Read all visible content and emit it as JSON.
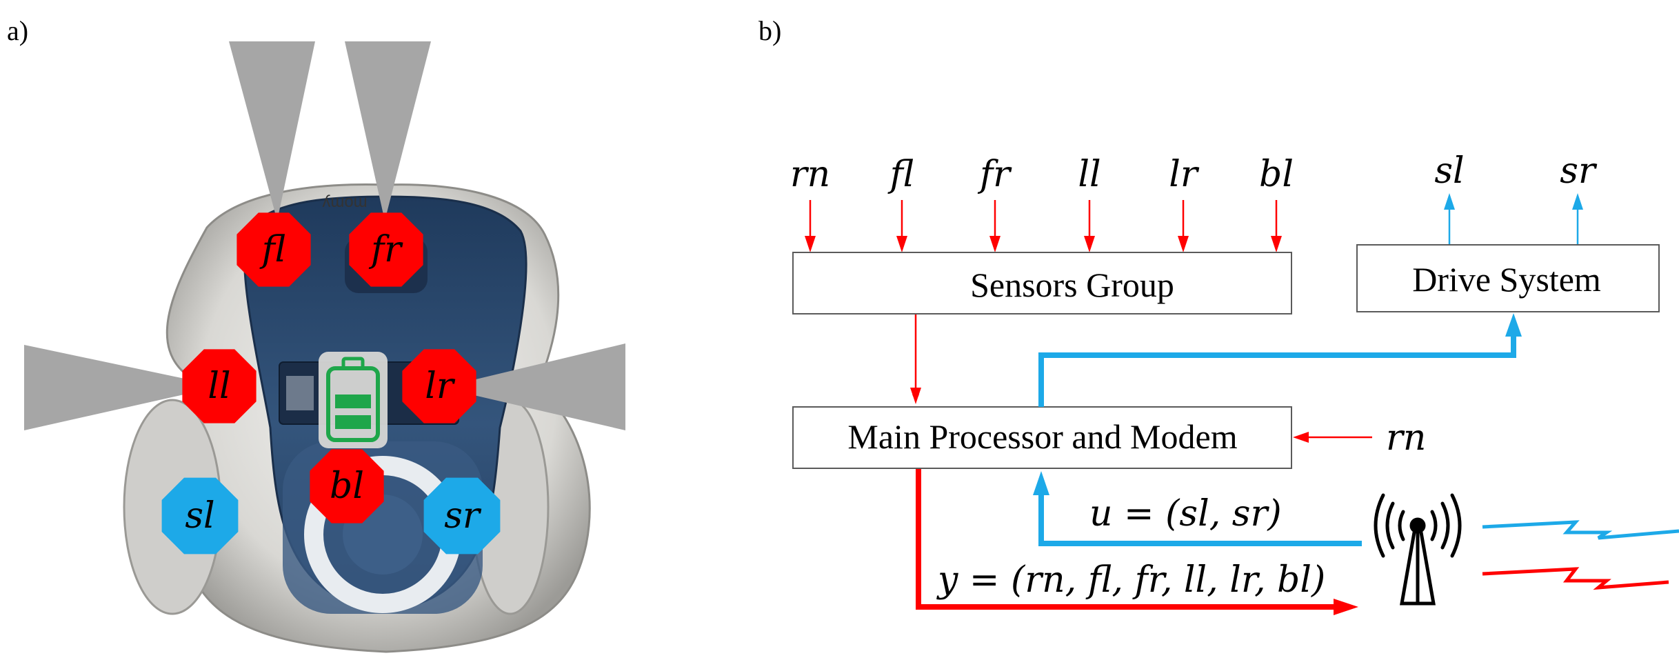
{
  "panel_a": {
    "label": "a)",
    "brand_text": "ʎɯoɯ",
    "sensors": [
      {
        "id": "fl",
        "label": "fl",
        "color": "#ff0000",
        "kind": "range"
      },
      {
        "id": "fr",
        "label": "fr",
        "color": "#ff0000",
        "kind": "range"
      },
      {
        "id": "ll",
        "label": "ll",
        "color": "#ff0000",
        "kind": "range"
      },
      {
        "id": "lr",
        "label": "lr",
        "color": "#ff0000",
        "kind": "range"
      },
      {
        "id": "bl",
        "label": "bl",
        "color": "#ff0000",
        "kind": "battery"
      }
    ],
    "actuators": [
      {
        "id": "sl",
        "label": "sl",
        "color": "#1da9e8"
      },
      {
        "id": "sr",
        "label": "sr",
        "color": "#1da9e8"
      }
    ],
    "colors": {
      "robot_shell": "#bdbcb8",
      "robot_body": "#2e4b6e",
      "beam": "#a6a6a6",
      "battery": "#1ea64a"
    }
  },
  "panel_b": {
    "label": "b)",
    "sensor_inputs": [
      "rn",
      "fl",
      "fr",
      "ll",
      "lr",
      "bl"
    ],
    "drive_outputs": [
      "sl",
      "sr"
    ],
    "boxes": {
      "sensors": "Sensors Group",
      "drive": "Drive System",
      "processor": "Main Processor and Modem"
    },
    "processor_input": "rn",
    "u_eq": "u = (sl, sr)",
    "y_eq": "y = (rn, fl, fr, ll, lr, bl)",
    "antenna_icon": "antenna-tower-icon",
    "colors": {
      "red": "#ff0000",
      "blue": "#1da9e8",
      "box_border": "#5a5a5a"
    }
  }
}
